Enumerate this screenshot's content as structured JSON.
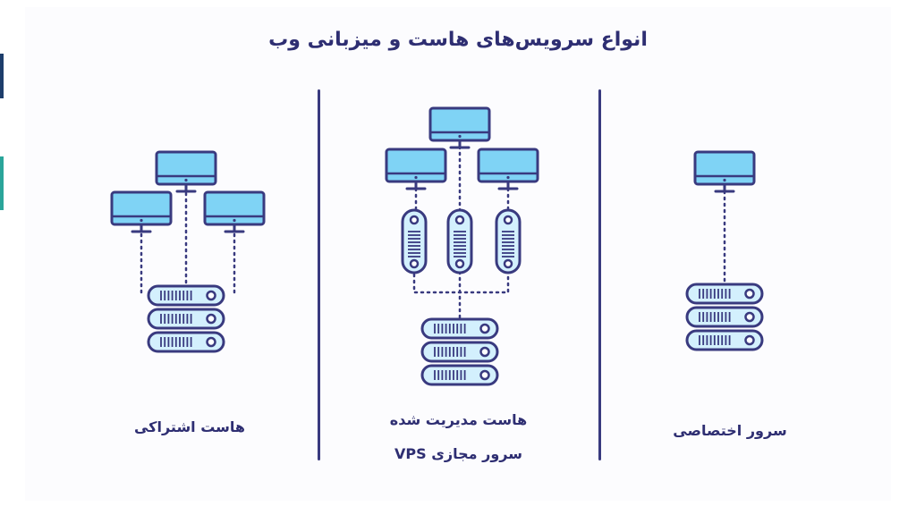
{
  "title": "انواع سرویس‌های هاست و میزبانی وب",
  "columns": [
    {
      "id": "shared",
      "label": "هاست اشتراکی"
    },
    {
      "id": "vps",
      "label_line1": "هاست مدیریت شده",
      "label_line2": "سرور مجازی VPS"
    },
    {
      "id": "dedicated",
      "label": "سرور اختصاصی"
    }
  ],
  "colors": {
    "outline": "#393a7f",
    "screen": "#7fd3f5",
    "server_fill": "#d3f0fd",
    "title": "#2e2e72"
  },
  "icons": [
    "monitor-icon",
    "server-rack-icon",
    "vertical-server-icon",
    "dotted-connector"
  ]
}
